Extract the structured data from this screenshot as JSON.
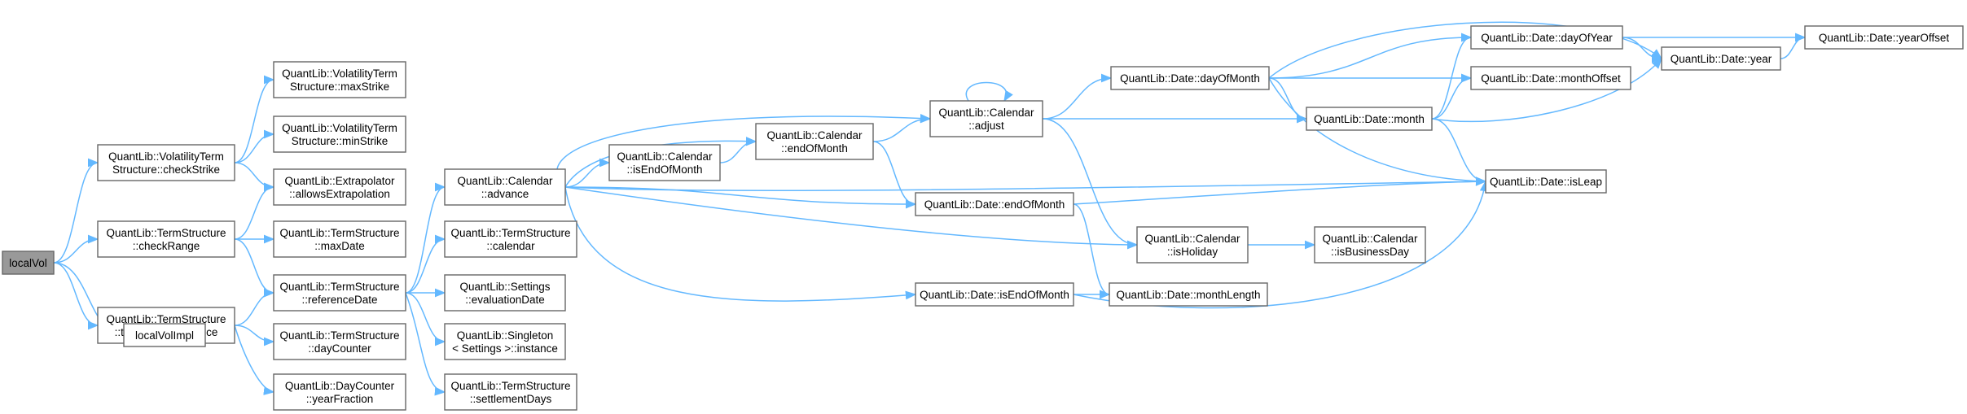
{
  "colors": {
    "edge": "#63b8ff",
    "node_border": "#666666",
    "node_fill": "#ffffff",
    "root_fill": "#999999"
  },
  "nodes": {
    "localVol": [
      "localVol"
    ],
    "vtsCheckStrike": [
      "QuantLib::VolatilityTerm",
      "Structure::checkStrike"
    ],
    "tsCheckRange": [
      "QuantLib::TermStructure",
      "::checkRange"
    ],
    "tsTimeFromRef": [
      "QuantLib::TermStructure",
      "::timeFromReference"
    ],
    "localVolImpl": [
      "localVolImpl"
    ],
    "vtsMaxStrike": [
      "QuantLib::VolatilityTerm",
      "Structure::maxStrike"
    ],
    "vtsMinStrike": [
      "QuantLib::VolatilityTerm",
      "Structure::minStrike"
    ],
    "extrapAllows": [
      "QuantLib::Extrapolator",
      "::allowsExtrapolation"
    ],
    "tsMaxDate": [
      "QuantLib::TermStructure",
      "::maxDate"
    ],
    "tsRefDate": [
      "QuantLib::TermStructure",
      "::referenceDate"
    ],
    "tsDayCounter": [
      "QuantLib::TermStructure",
      "::dayCounter"
    ],
    "dcYearFraction": [
      "QuantLib::DayCounter",
      "::yearFraction"
    ],
    "calAdvance": [
      "QuantLib::Calendar",
      "::advance"
    ],
    "tsCalendar": [
      "QuantLib::TermStructure",
      "::calendar"
    ],
    "settingsEvalDate": [
      "QuantLib::Settings",
      "::evaluationDate"
    ],
    "singletonInstance": [
      "QuantLib::Singleton",
      "< Settings >::instance"
    ],
    "tsSettlementDays": [
      "QuantLib::TermStructure",
      "::settlementDays"
    ],
    "calIsEndOfMonth": [
      "QuantLib::Calendar",
      "::isEndOfMonth"
    ],
    "calEndOfMonth": [
      "QuantLib::Calendar",
      "::endOfMonth"
    ],
    "calAdjust": [
      "QuantLib::Calendar",
      "::adjust"
    ],
    "dateEndOfMonth": [
      "QuantLib::Date::endOfMonth"
    ],
    "dateIsEndOfMonth": [
      "QuantLib::Date::isEndOfMonth"
    ],
    "dateMonthLength": [
      "QuantLib::Date::monthLength"
    ],
    "dateDayOfMonth": [
      "QuantLib::Date::dayOfMonth"
    ],
    "calIsHoliday": [
      "QuantLib::Calendar",
      "::isHoliday"
    ],
    "calIsBusinessDay": [
      "QuantLib::Calendar",
      "::isBusinessDay"
    ],
    "dateMonth": [
      "QuantLib::Date::month"
    ],
    "dateDayOfYear": [
      "QuantLib::Date::dayOfYear"
    ],
    "dateMonthOffset": [
      "QuantLib::Date::monthOffset"
    ],
    "dateYear": [
      "QuantLib::Date::year"
    ],
    "dateIsLeap": [
      "QuantLib::Date::isLeap"
    ],
    "dateYearOffset": [
      "QuantLib::Date::yearOffset"
    ]
  },
  "edges": [
    [
      "localVol",
      "vtsCheckStrike"
    ],
    [
      "localVol",
      "tsCheckRange"
    ],
    [
      "localVol",
      "tsTimeFromRef"
    ],
    [
      "localVol",
      "localVolImpl"
    ],
    [
      "vtsCheckStrike",
      "vtsMaxStrike"
    ],
    [
      "vtsCheckStrike",
      "vtsMinStrike"
    ],
    [
      "vtsCheckStrike",
      "extrapAllows"
    ],
    [
      "tsCheckRange",
      "extrapAllows"
    ],
    [
      "tsCheckRange",
      "tsMaxDate"
    ],
    [
      "tsCheckRange",
      "tsRefDate"
    ],
    [
      "tsTimeFromRef",
      "tsRefDate"
    ],
    [
      "tsTimeFromRef",
      "tsDayCounter"
    ],
    [
      "tsTimeFromRef",
      "dcYearFraction"
    ],
    [
      "tsRefDate",
      "calAdvance"
    ],
    [
      "tsRefDate",
      "tsCalendar"
    ],
    [
      "tsRefDate",
      "settingsEvalDate"
    ],
    [
      "tsRefDate",
      "singletonInstance"
    ],
    [
      "tsRefDate",
      "tsSettlementDays"
    ],
    [
      "calAdvance",
      "calAdjust"
    ],
    [
      "calAdvance",
      "calEndOfMonth"
    ],
    [
      "calAdvance",
      "calIsEndOfMonth"
    ],
    [
      "calAdvance",
      "dateEndOfMonth"
    ],
    [
      "calAdvance",
      "dateIsLeap"
    ],
    [
      "calAdvance",
      "calIsHoliday"
    ],
    [
      "calAdvance",
      "dateIsEndOfMonth"
    ],
    [
      "calIsEndOfMonth",
      "calEndOfMonth"
    ],
    [
      "calEndOfMonth",
      "calAdjust"
    ],
    [
      "calEndOfMonth",
      "dateEndOfMonth"
    ],
    [
      "calAdjust",
      "calAdjust"
    ],
    [
      "calAdjust",
      "dateDayOfMonth"
    ],
    [
      "calAdjust",
      "dateMonth"
    ],
    [
      "calAdjust",
      "calIsHoliday"
    ],
    [
      "dateEndOfMonth",
      "dateIsLeap"
    ],
    [
      "dateEndOfMonth",
      "dateMonthLength"
    ],
    [
      "dateIsEndOfMonth",
      "dateMonthLength"
    ],
    [
      "dateIsEndOfMonth",
      "dateIsLeap"
    ],
    [
      "calIsHoliday",
      "calIsBusinessDay"
    ],
    [
      "dateDayOfMonth",
      "dateDayOfYear"
    ],
    [
      "dateDayOfMonth",
      "dateYear"
    ],
    [
      "dateDayOfMonth",
      "dateMonthOffset"
    ],
    [
      "dateDayOfMonth",
      "dateMonth"
    ],
    [
      "dateDayOfMonth",
      "dateIsLeap"
    ],
    [
      "dateMonth",
      "dateDayOfYear"
    ],
    [
      "dateMonth",
      "dateMonthOffset"
    ],
    [
      "dateMonth",
      "dateYear"
    ],
    [
      "dateMonth",
      "dateIsLeap"
    ],
    [
      "dateDayOfYear",
      "dateYear"
    ],
    [
      "dateDayOfYear",
      "dateYearOffset"
    ],
    [
      "dateYear",
      "dateYearOffset"
    ]
  ]
}
